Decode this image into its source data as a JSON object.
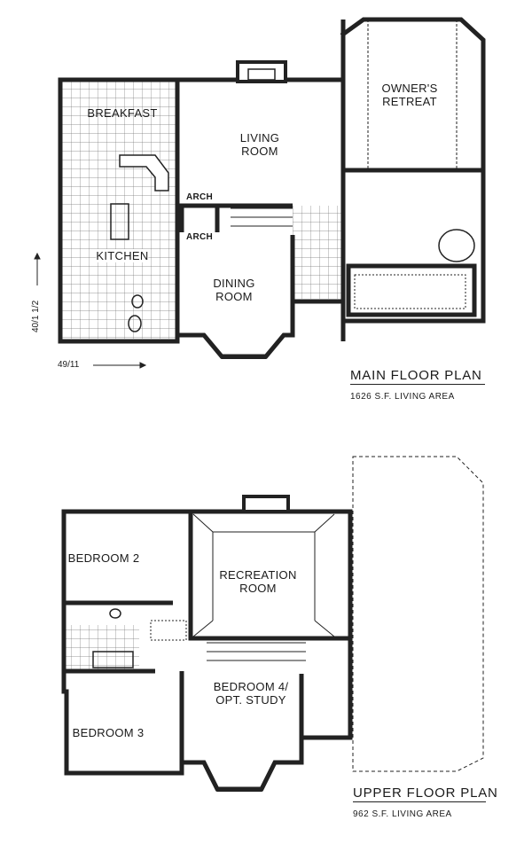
{
  "main_floor": {
    "title": "MAIN FLOOR PLAN",
    "area": "1626 S.F. LIVING AREA",
    "depth_dimension": "40/1 1/2",
    "width_dimension": "49/11",
    "rooms": {
      "breakfast": "BREAKFAST",
      "living": [
        "LIVING",
        "ROOM"
      ],
      "owners": [
        "OWNER'S",
        "RETREAT"
      ],
      "kitchen": "KITCHEN",
      "dining": [
        "DINING",
        "ROOM"
      ],
      "arch": "ARCH"
    }
  },
  "upper_floor": {
    "title": "UPPER FLOOR PLAN",
    "area": "962 S.F. LIVING AREA",
    "rooms": {
      "bedroom2": "BEDROOM 2",
      "recreation": [
        "RECREATION",
        "ROOM"
      ],
      "bedroom3": "BEDROOM 3",
      "bedroom4": [
        "BEDROOM 4/",
        "OPT. STUDY"
      ]
    }
  }
}
